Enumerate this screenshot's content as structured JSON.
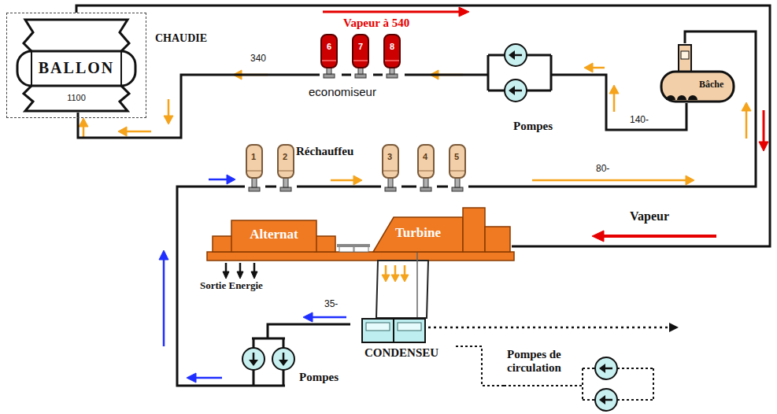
{
  "diagram": {
    "nodes": [
      {
        "text": [
          "CHAUDIE"
        ]
      },
      {
        "text": [
          "BALLON",
          "1100"
        ],
        "in": 0
      },
      {
        "text": [
          "6"
        ]
      },
      {
        "text": [
          "7"
        ]
      },
      {
        "text": [
          "8"
        ]
      },
      {
        "text": [
          "Pompes"
        ]
      },
      {
        "text": [
          "Bâche"
        ]
      },
      {
        "text": [
          "1"
        ]
      },
      {
        "text": [
          "2"
        ]
      },
      {
        "text": [
          "3"
        ]
      },
      {
        "text": [
          "4"
        ]
      },
      {
        "text": [
          "5"
        ]
      },
      {
        "text": [
          "Alternat"
        ]
      },
      {
        "text": [
          "Turbine"
        ]
      },
      {
        "text": [
          "CONDENSEU"
        ]
      },
      {
        "text": [
          "Pompes"
        ]
      },
      {
        "text": [
          "Pompes de circulation"
        ]
      }
    ],
    "edges": [
      {
        "from": 15,
        "to": 7,
        "arrow": "none"
      },
      {
        "from": 7,
        "to": 8,
        "arrow": "none"
      },
      {
        "from": 8,
        "to": 9,
        "arrow": "none"
      },
      {
        "from": 9,
        "to": 10,
        "arrow": "none"
      },
      {
        "from": 10,
        "to": 11,
        "arrow": "none"
      },
      {
        "from": 11,
        "to": 6,
        "arrow": "none"
      },
      {
        "from": 6,
        "to": 5,
        "arrow": "none"
      },
      {
        "from": 5,
        "to": 4,
        "arrow": "none"
      },
      {
        "from": 4,
        "to": 3,
        "arrow": "none"
      },
      {
        "from": 3,
        "to": 2,
        "arrow": "none"
      },
      {
        "from": 2,
        "to": 1,
        "arrow": "none"
      },
      {
        "from": 0,
        "to": 13,
        "arrow": "none"
      },
      {
        "from": 12,
        "to": 13,
        "arrow": "none"
      },
      {
        "from": 13,
        "to": 14,
        "arrow": "none"
      },
      {
        "from": 14,
        "to": 15,
        "arrow": "none"
      },
      {
        "from": 14,
        "to": 16,
        "arrow": "none"
      }
    ],
    "labels": [
      "Vapeur à 540",
      "340",
      "economiseur",
      "140-",
      "Réchauffeu",
      "80-",
      "Vapeur",
      "Sortie Energie",
      "35-"
    ]
  }
}
